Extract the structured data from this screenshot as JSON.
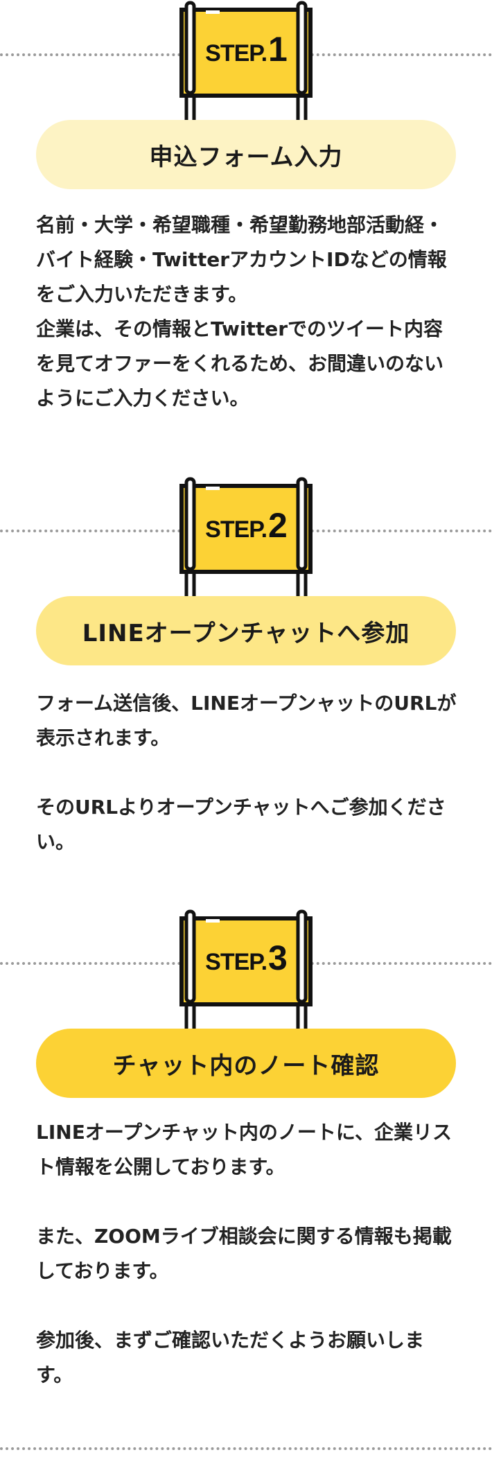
{
  "colors": {
    "sign_yellow": "#FCD235",
    "sign_outline": "#111111",
    "pill_step1": "#FDF3C4",
    "pill_step2": "#FDE787",
    "pill_step3": "#FCD235",
    "dotted_line": "#9A9A9A"
  },
  "steps": [
    {
      "sign": {
        "word": "STEP.",
        "number": "1"
      },
      "title": "申込フォーム入力",
      "paragraphs": [
        "名前・大学・希望職種・希望勤務地部活動経・バイト経験・TwitterアカウントIDなどの情報をご入力いただきます。",
        "企業は、その情報とTwitterでのツイート内容を見てオファーをくれるため、お間違いのないようにご入力ください。"
      ]
    },
    {
      "sign": {
        "word": "STEP.",
        "number": "2"
      },
      "title": "LINEオープンチャットへ参加",
      "paragraphs": [
        "フォーム送信後、LINEオープンャットのURLが表示されます。",
        "そのURLよりオープンチャットへご参加ください。"
      ]
    },
    {
      "sign": {
        "word": "STEP.",
        "number": "3"
      },
      "title": "チャット内のノート確認",
      "paragraphs": [
        "LINEオープンチャット内のノートに、企業リスト情報を公開しております。",
        "また、ZOOMライブ相談会に関する情報も掲載しております。",
        "参加後、まずご確認いただくようお願いします。"
      ]
    }
  ]
}
